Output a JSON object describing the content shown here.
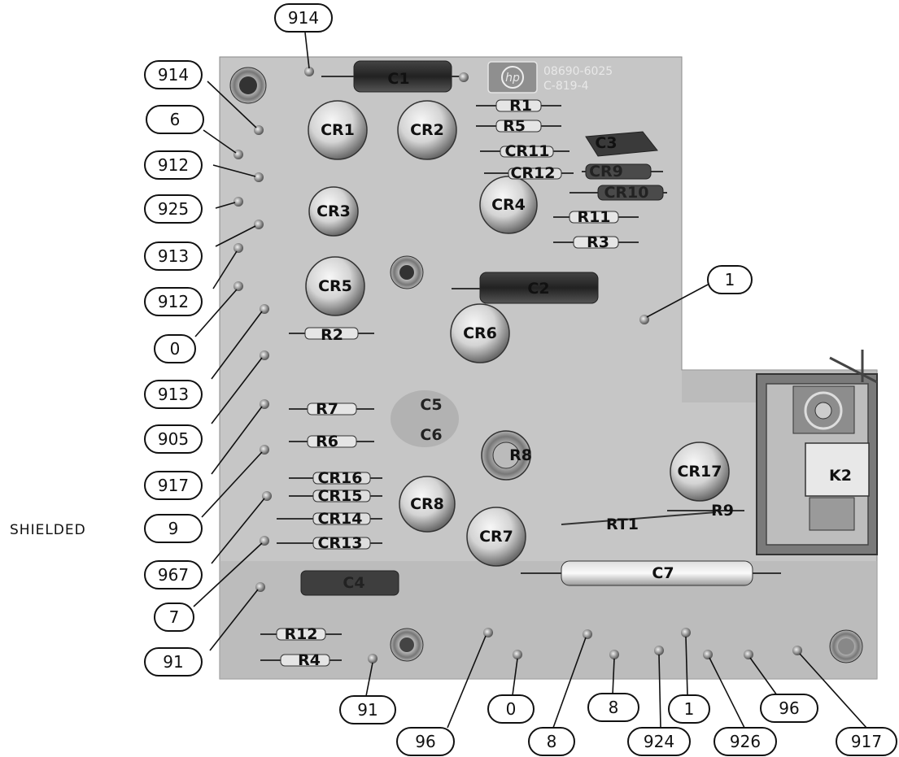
{
  "board": {
    "part_number": "08690-6025",
    "date_code": "C-819-4",
    "logo": "hp"
  },
  "side_label": "SHIELDED",
  "components": {
    "C1": "C1",
    "C2": "C2",
    "C3": "C3",
    "C4": "C4",
    "C5": "C5",
    "C6": "C6",
    "C7": "C7",
    "CR1": "CR1",
    "CR2": "CR2",
    "CR3": "CR3",
    "CR4": "CR4",
    "CR5": "CR5",
    "CR6": "CR6",
    "CR7": "CR7",
    "CR8": "CR8",
    "CR9": "CR9",
    "CR10": "CR10",
    "CR11": "CR11",
    "CR12": "CR12",
    "CR13": "CR13",
    "CR14": "CR14",
    "CR15": "CR15",
    "CR16": "CR16",
    "CR17": "CR17",
    "R1": "R1",
    "R2": "R2",
    "R3": "R3",
    "R4": "R4",
    "R5": "R5",
    "R6": "R6",
    "R7": "R7",
    "R8": "R8",
    "R9": "R9",
    "R11": "R11",
    "R12": "R12",
    "RT1": "RT1",
    "K2": "K2"
  },
  "wire_callouts": {
    "top": "914",
    "left": [
      "914",
      "6",
      "912",
      "925",
      "913",
      "912",
      "0",
      "913",
      "905",
      "917",
      "9",
      "967",
      "7",
      "91"
    ],
    "right": "1",
    "bottom_upper": [
      "91",
      "0",
      "8",
      "1",
      "96"
    ],
    "bottom_lower": [
      "96",
      "8",
      "924",
      "926",
      "917"
    ]
  },
  "colors": {
    "board": "#c9c9c9",
    "board_shade": "#a8a8a8",
    "ink": "#111111"
  }
}
